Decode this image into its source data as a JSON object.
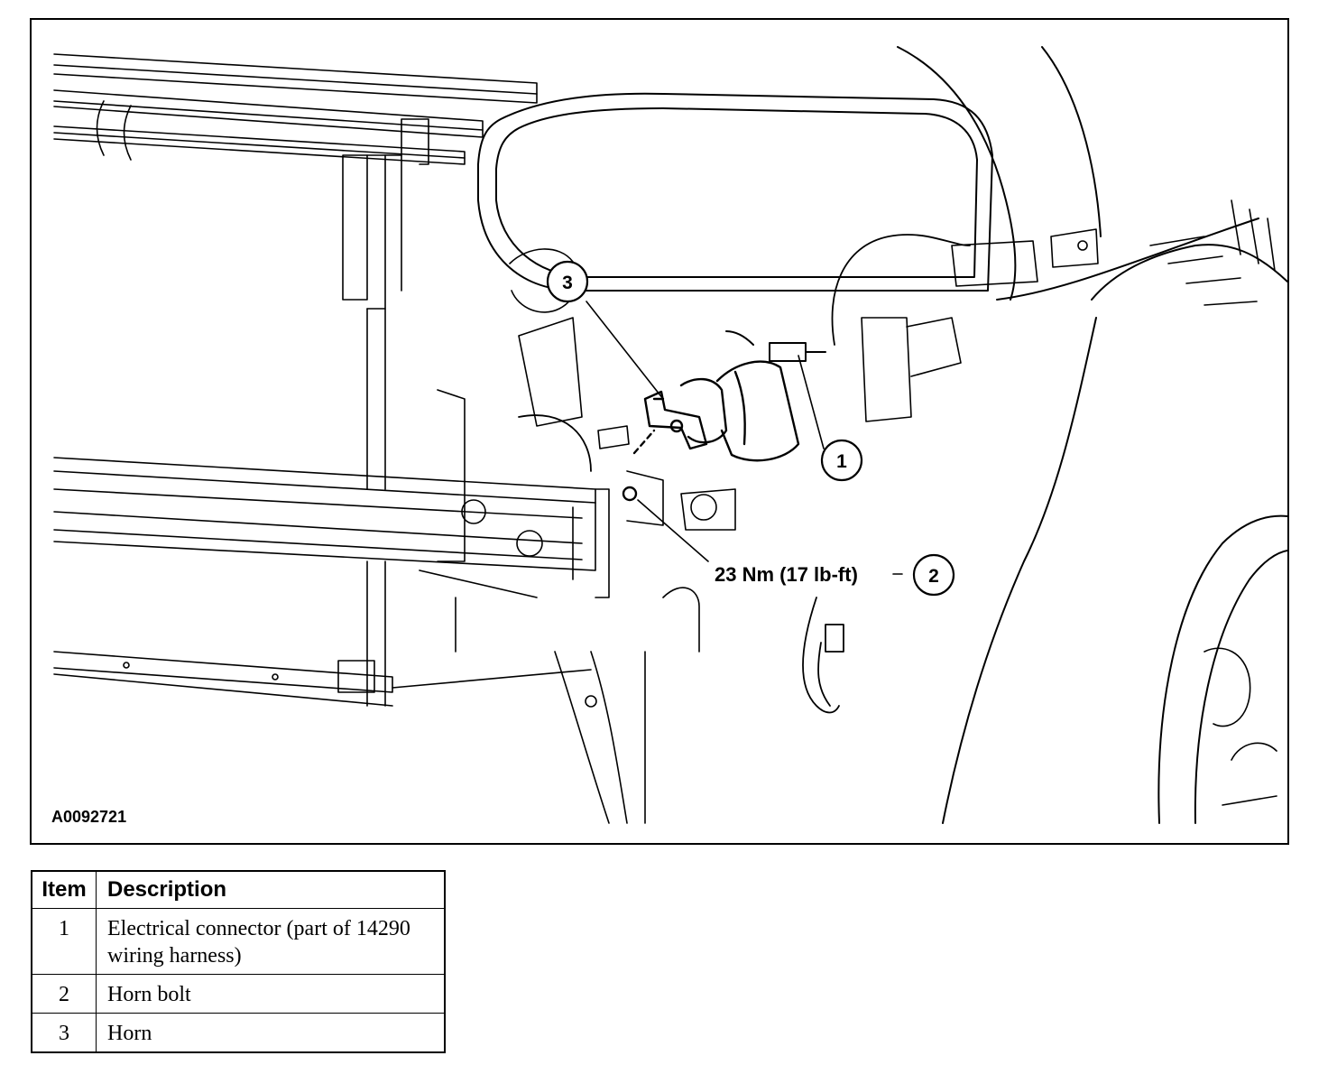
{
  "figure": {
    "id_code": "A0092721",
    "callouts": {
      "item1": "1",
      "item2": "2",
      "item3": "3"
    },
    "torque_spec": "23 Nm (17 lb-ft)"
  },
  "legend": {
    "headers": {
      "item": "Item",
      "description": "Description"
    },
    "rows": [
      {
        "item": "1",
        "description": "Electrical connector (part of 14290 wiring harness)"
      },
      {
        "item": "2",
        "description": "Horn bolt"
      },
      {
        "item": "3",
        "description": "Horn"
      }
    ]
  }
}
